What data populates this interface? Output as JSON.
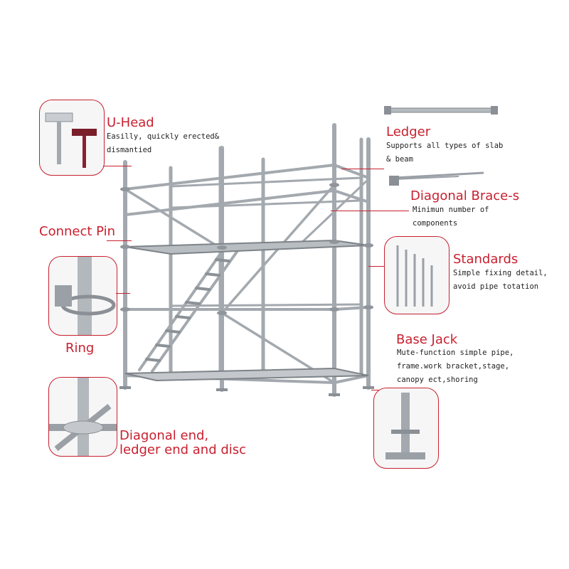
{
  "colors": {
    "accent": "#c8202f",
    "steel": "#9aa0a6",
    "steel_dark": "#6c7278",
    "text": "#222222"
  },
  "callouts": {
    "u_head": {
      "title": "U-Head",
      "desc_lines": [
        "Easilly, quickly erected&",
        "dismantied"
      ]
    },
    "ledger": {
      "title": "Ledger",
      "desc_lines": [
        "Supports all types of slab",
        "& beam"
      ]
    },
    "diagonal_brace": {
      "title": "Diagonal Brace-s",
      "desc_lines": [
        "Minimun number of",
        "components"
      ]
    },
    "connect_pin": {
      "title": "Connect Pin"
    },
    "standards": {
      "title": "Standards",
      "desc_lines": [
        "Simple fixing detail,",
        "avoid pipe totation"
      ]
    },
    "ring": {
      "title": "Ring"
    },
    "base_jack": {
      "title": "Base Jack",
      "desc_lines": [
        "Mute-function simple pipe,",
        "frame.work bracket,stage,",
        "canopy ect,shoring"
      ]
    },
    "diagonal_end": {
      "title_lines": [
        "Diagonal end,",
        "ledger end and disc"
      ]
    }
  }
}
